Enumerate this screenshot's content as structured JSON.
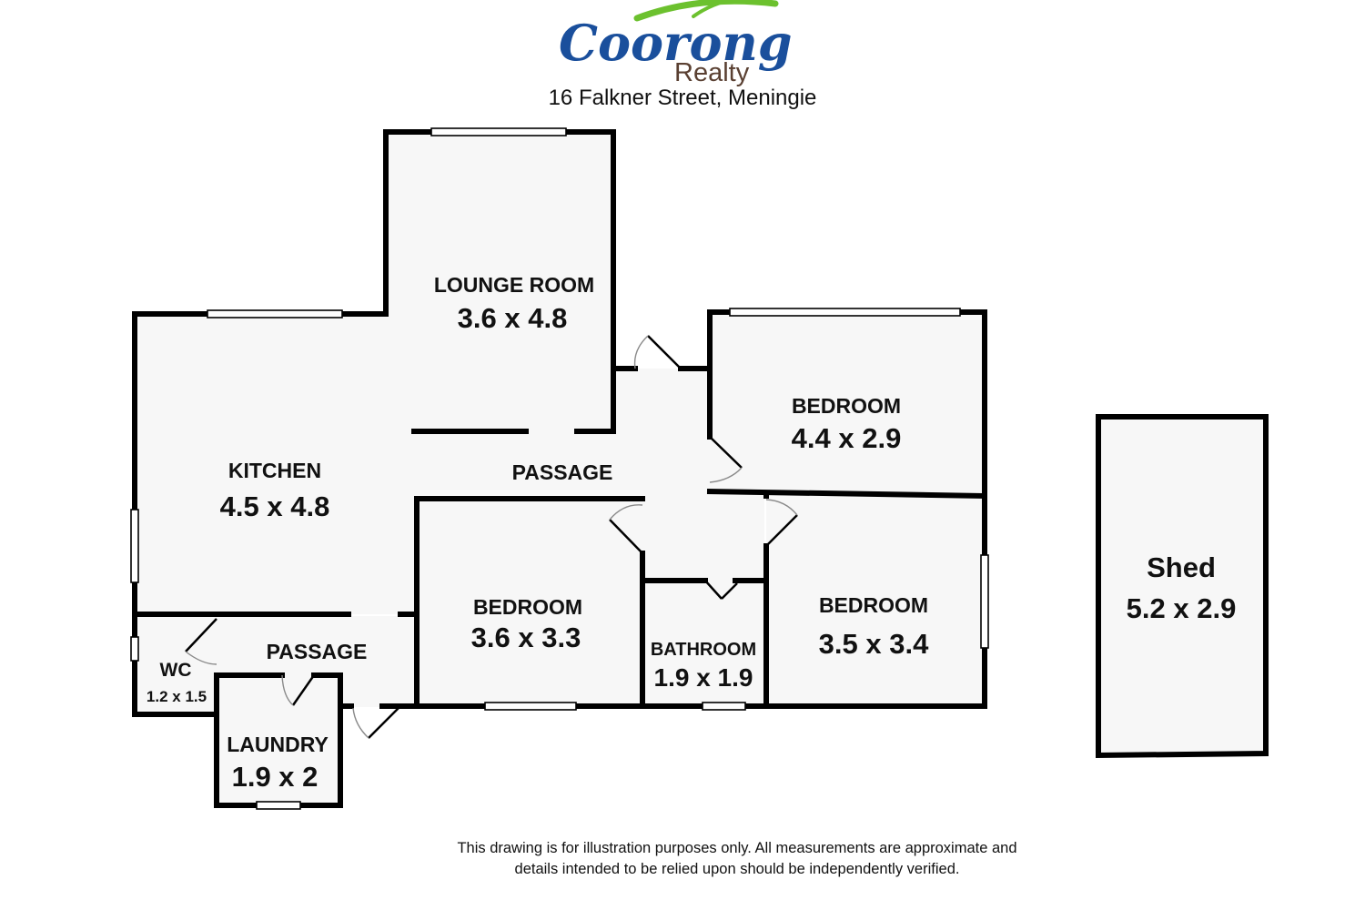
{
  "branding": {
    "logo_word_primary": "Coorong",
    "logo_word_secondary": "Realty",
    "logo_color_primary": "#1a4f9c",
    "logo_color_accent": "#6cc12e",
    "logo_color_secondary": "#5a4032"
  },
  "address": "16 Falkner Street, Meningie",
  "rooms": {
    "lounge": {
      "name": "LOUNGE ROOM",
      "dims": "3.6 x 4.8"
    },
    "kitchen": {
      "name": "KITCHEN",
      "dims": "4.5 x 4.8"
    },
    "passage_main": {
      "name": "PASSAGE"
    },
    "bedroom_top": {
      "name": "BEDROOM",
      "dims": "4.4 x 2.9"
    },
    "bedroom_mid": {
      "name": "BEDROOM",
      "dims": "3.6 x 3.3"
    },
    "bathroom": {
      "name": "BATHROOM",
      "dims": "1.9 x 1.9"
    },
    "bedroom_right": {
      "name": "BEDROOM",
      "dims": "3.5 x 3.4"
    },
    "wc": {
      "name": "WC",
      "dims": "1.2 x 1.5"
    },
    "passage_lower": {
      "name": "PASSAGE"
    },
    "laundry": {
      "name": "LAUNDRY",
      "dims": "1.9 x 2"
    },
    "shed": {
      "name": "Shed",
      "dims": "5.2 x 2.9"
    }
  },
  "disclaimer": {
    "line1": "This drawing is for illustration purposes only. All measurements are approximate and",
    "line2": "details intended to be relied upon should be independently verified."
  },
  "colors": {
    "wall": "#000000",
    "floor": "#f7f7f7",
    "door_swing": "#8a8a8a"
  }
}
